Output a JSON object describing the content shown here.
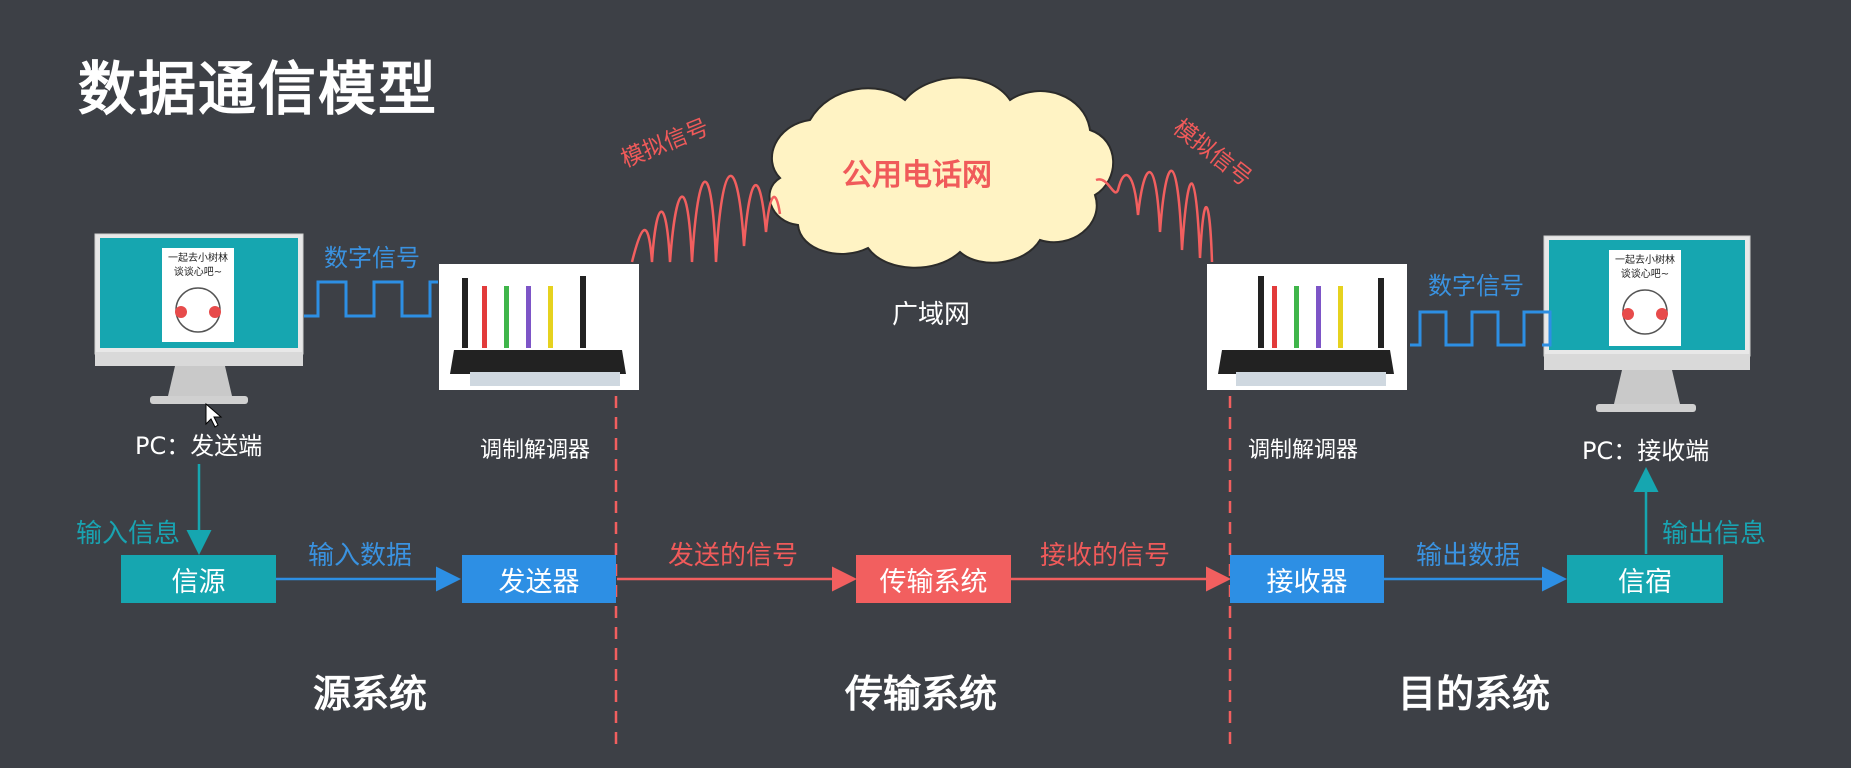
{
  "title": "数据通信模型",
  "labels": {
    "sender_pc": "PC：发送端",
    "receiver_pc": "PC：接收端",
    "modem_left": "调制解调器",
    "modem_right": "调制解调器",
    "digital_left": "数字信号",
    "digital_right": "数字信号",
    "analog_left": "模拟信号",
    "analog_right": "模拟信号",
    "cloud": "公用电话网",
    "wan": "广域网",
    "input_info": "输入信息",
    "output_info": "输出信息",
    "input_data": "输入数据",
    "output_data": "输出数据",
    "sent_signal": "发送的信号",
    "received_signal": "接收的信号"
  },
  "screen_note": {
    "line1": "一起去小树林",
    "line2": "谈谈心吧~"
  },
  "boxes": {
    "source": "信源",
    "transmitter": "发送器",
    "transmission_system": "传输系统",
    "receiver": "接收器",
    "destination": "信宿"
  },
  "sections": {
    "source_system": "源系统",
    "transmission_system": "传输系统",
    "destination_system": "目的系统"
  },
  "colors": {
    "background": "#3d4046",
    "teal": "#16a6b0",
    "blue": "#2d8fe4",
    "red": "#f25f5f",
    "cloud_fill": "#fff3c4"
  }
}
